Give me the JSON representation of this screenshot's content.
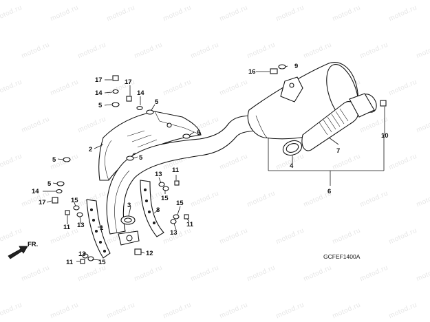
{
  "watermark": "motod.ru",
  "diagram_code": "GCFEF1400A",
  "direction_label": "FR.",
  "callouts": [
    {
      "id": "c1",
      "text": "1"
    },
    {
      "id": "c2",
      "text": "2"
    },
    {
      "id": "c3",
      "text": "3"
    },
    {
      "id": "c4",
      "text": "4"
    },
    {
      "id": "c5a",
      "text": "5"
    },
    {
      "id": "c5b",
      "text": "5"
    },
    {
      "id": "c5c",
      "text": "5"
    },
    {
      "id": "c5d",
      "text": "5"
    },
    {
      "id": "c5e",
      "text": "5"
    },
    {
      "id": "c5f",
      "text": "5"
    },
    {
      "id": "c6",
      "text": "6"
    },
    {
      "id": "c7",
      "text": "7"
    },
    {
      "id": "c8",
      "text": "8"
    },
    {
      "id": "c9",
      "text": "9"
    },
    {
      "id": "c10",
      "text": "10"
    },
    {
      "id": "c11a",
      "text": "11"
    },
    {
      "id": "c11b",
      "text": "11"
    },
    {
      "id": "c11c",
      "text": "11"
    },
    {
      "id": "c11d",
      "text": "11"
    },
    {
      "id": "c12",
      "text": "12"
    },
    {
      "id": "c13a",
      "text": "13"
    },
    {
      "id": "c13b",
      "text": "13"
    },
    {
      "id": "c13c",
      "text": "13"
    },
    {
      "id": "c13d",
      "text": "13"
    },
    {
      "id": "c14a",
      "text": "14"
    },
    {
      "id": "c14b",
      "text": "14"
    },
    {
      "id": "c14c",
      "text": "14"
    },
    {
      "id": "c15a",
      "text": "15"
    },
    {
      "id": "c15b",
      "text": "15"
    },
    {
      "id": "c15c",
      "text": "15"
    },
    {
      "id": "c15d",
      "text": "15"
    },
    {
      "id": "c16",
      "text": "16"
    },
    {
      "id": "c17a",
      "text": "17"
    },
    {
      "id": "c17b",
      "text": "17"
    },
    {
      "id": "c17c",
      "text": "17"
    }
  ]
}
